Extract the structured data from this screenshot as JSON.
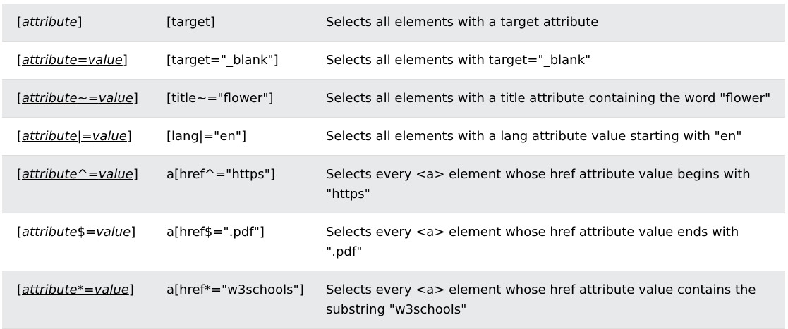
{
  "rows": [
    {
      "selector_attr": "attribute",
      "selector_op": "",
      "selector_value": "",
      "example": "[target]",
      "description": "Selects all elements with a target attribute"
    },
    {
      "selector_attr": "attribute",
      "selector_op": "=",
      "selector_value": "value",
      "example": "[target=\"_blank\"]",
      "description": "Selects all elements with target=\"_blank\""
    },
    {
      "selector_attr": "attribute",
      "selector_op": "~=",
      "selector_value": "value",
      "example": "[title~=\"flower\"]",
      "description": "Selects all elements with a title attribute containing the word \"flower\""
    },
    {
      "selector_attr": "attribute",
      "selector_op": "|=",
      "selector_value": "value",
      "example": "[lang|=\"en\"]",
      "description": "Selects all elements with a lang attribute value starting with \"en\""
    },
    {
      "selector_attr": "attribute",
      "selector_op": "^=",
      "selector_value": "value",
      "example": "a[href^=\"https\"]",
      "description": "Selects every <a> element whose href attribute value begins with \"https\""
    },
    {
      "selector_attr": "attribute",
      "selector_op": "$=",
      "selector_value": "value",
      "example": "a[href$=\".pdf\"]",
      "description": "Selects every <a> element whose href attribute value ends with \".pdf\""
    },
    {
      "selector_attr": "attribute",
      "selector_op": "*=",
      "selector_value": "value",
      "example": "a[href*=\"w3schools\"]",
      "description": "Selects every <a> element whose href attribute value contains the substring \"w3schools\""
    }
  ],
  "brackets": {
    "open": "[",
    "close": "]"
  }
}
